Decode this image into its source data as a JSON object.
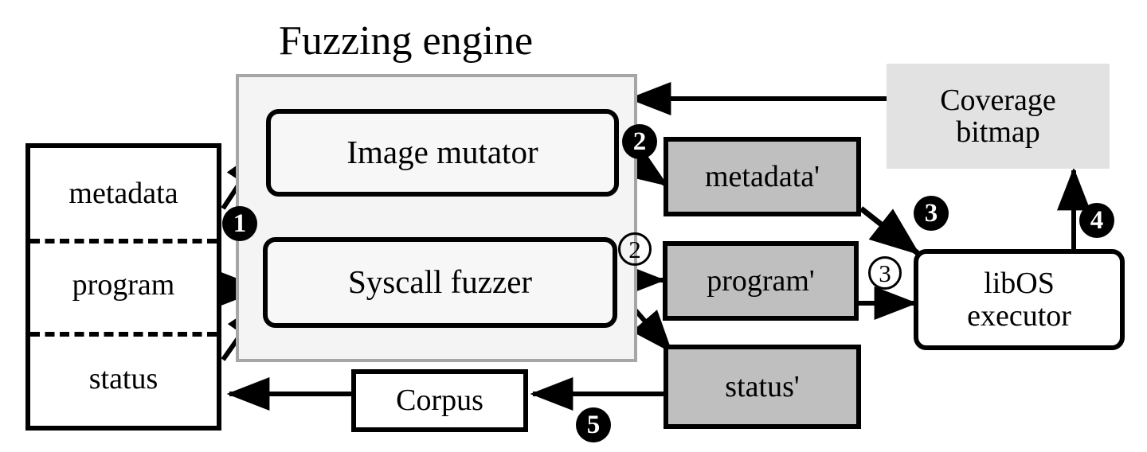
{
  "diagram": {
    "title": "Fuzzing engine",
    "engine": {
      "modules": [
        {
          "id": "image-mutator",
          "label": "Image mutator"
        },
        {
          "id": "syscall-fuzzer",
          "label": "Syscall fuzzer"
        }
      ]
    },
    "input_stack": {
      "cells": [
        {
          "id": "metadata",
          "label": "metadata"
        },
        {
          "id": "program",
          "label": "program"
        },
        {
          "id": "status",
          "label": "status"
        }
      ]
    },
    "mutated_artifacts": [
      {
        "id": "metadata-prime",
        "label": "metadata'"
      },
      {
        "id": "program-prime",
        "label": "program'"
      },
      {
        "id": "status-prime",
        "label": "status'"
      }
    ],
    "executor": {
      "line1": "libOS",
      "line2": "executor"
    },
    "coverage": {
      "line1": "Coverage",
      "line2": "bitmap"
    },
    "corpus": {
      "label": "Corpus"
    },
    "steps": [
      {
        "id": "step-1",
        "label": "1",
        "style": "filled"
      },
      {
        "id": "step-2",
        "label": "2",
        "style": "filled"
      },
      {
        "id": "step-2-alt",
        "label": "2",
        "style": "outline"
      },
      {
        "id": "step-3",
        "label": "3",
        "style": "filled"
      },
      {
        "id": "step-3-alt",
        "label": "3",
        "style": "outline"
      },
      {
        "id": "step-4",
        "label": "4",
        "style": "filled"
      },
      {
        "id": "step-5",
        "label": "5",
        "style": "filled"
      }
    ],
    "colors": {
      "engine_fill": "#f4f4f4",
      "engine_border": "#a6a6a6",
      "artifact_fill": "#bfbfbf",
      "coverage_fill": "#e2e2e2",
      "stroke": "#000000",
      "background": "#ffffff"
    }
  }
}
